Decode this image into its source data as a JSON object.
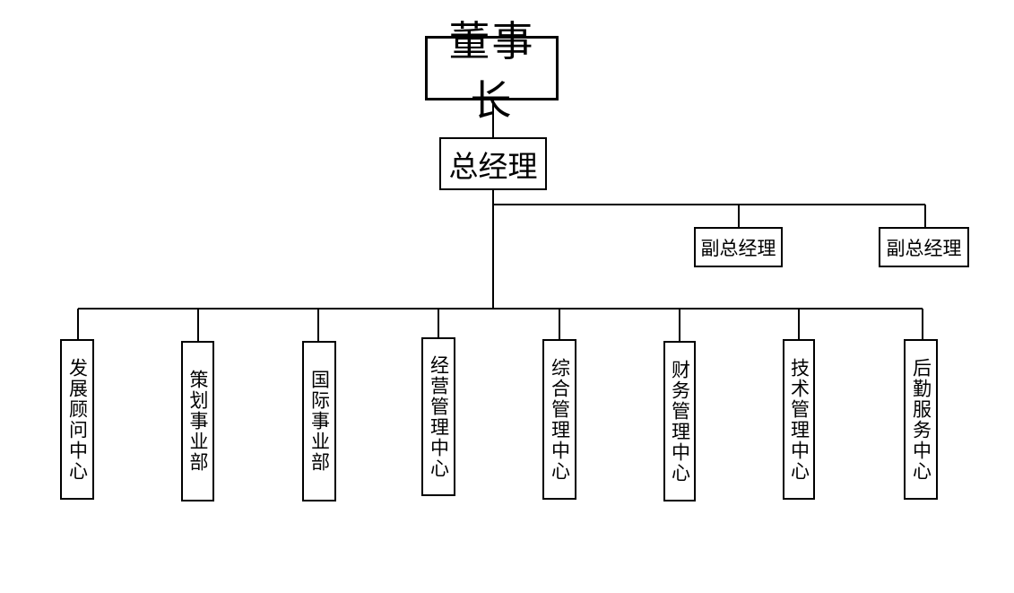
{
  "org_chart": {
    "chairman": "董事长",
    "general_manager": "总经理",
    "deputy_managers": [
      "副总经理",
      "副总经理"
    ],
    "departments": [
      "发展顾问中心",
      "策划事业部",
      "国际事业部",
      "经营管理中心",
      "综合管理中心",
      "财务管理中心",
      "技术管理中心",
      "后勤服务中心"
    ]
  }
}
